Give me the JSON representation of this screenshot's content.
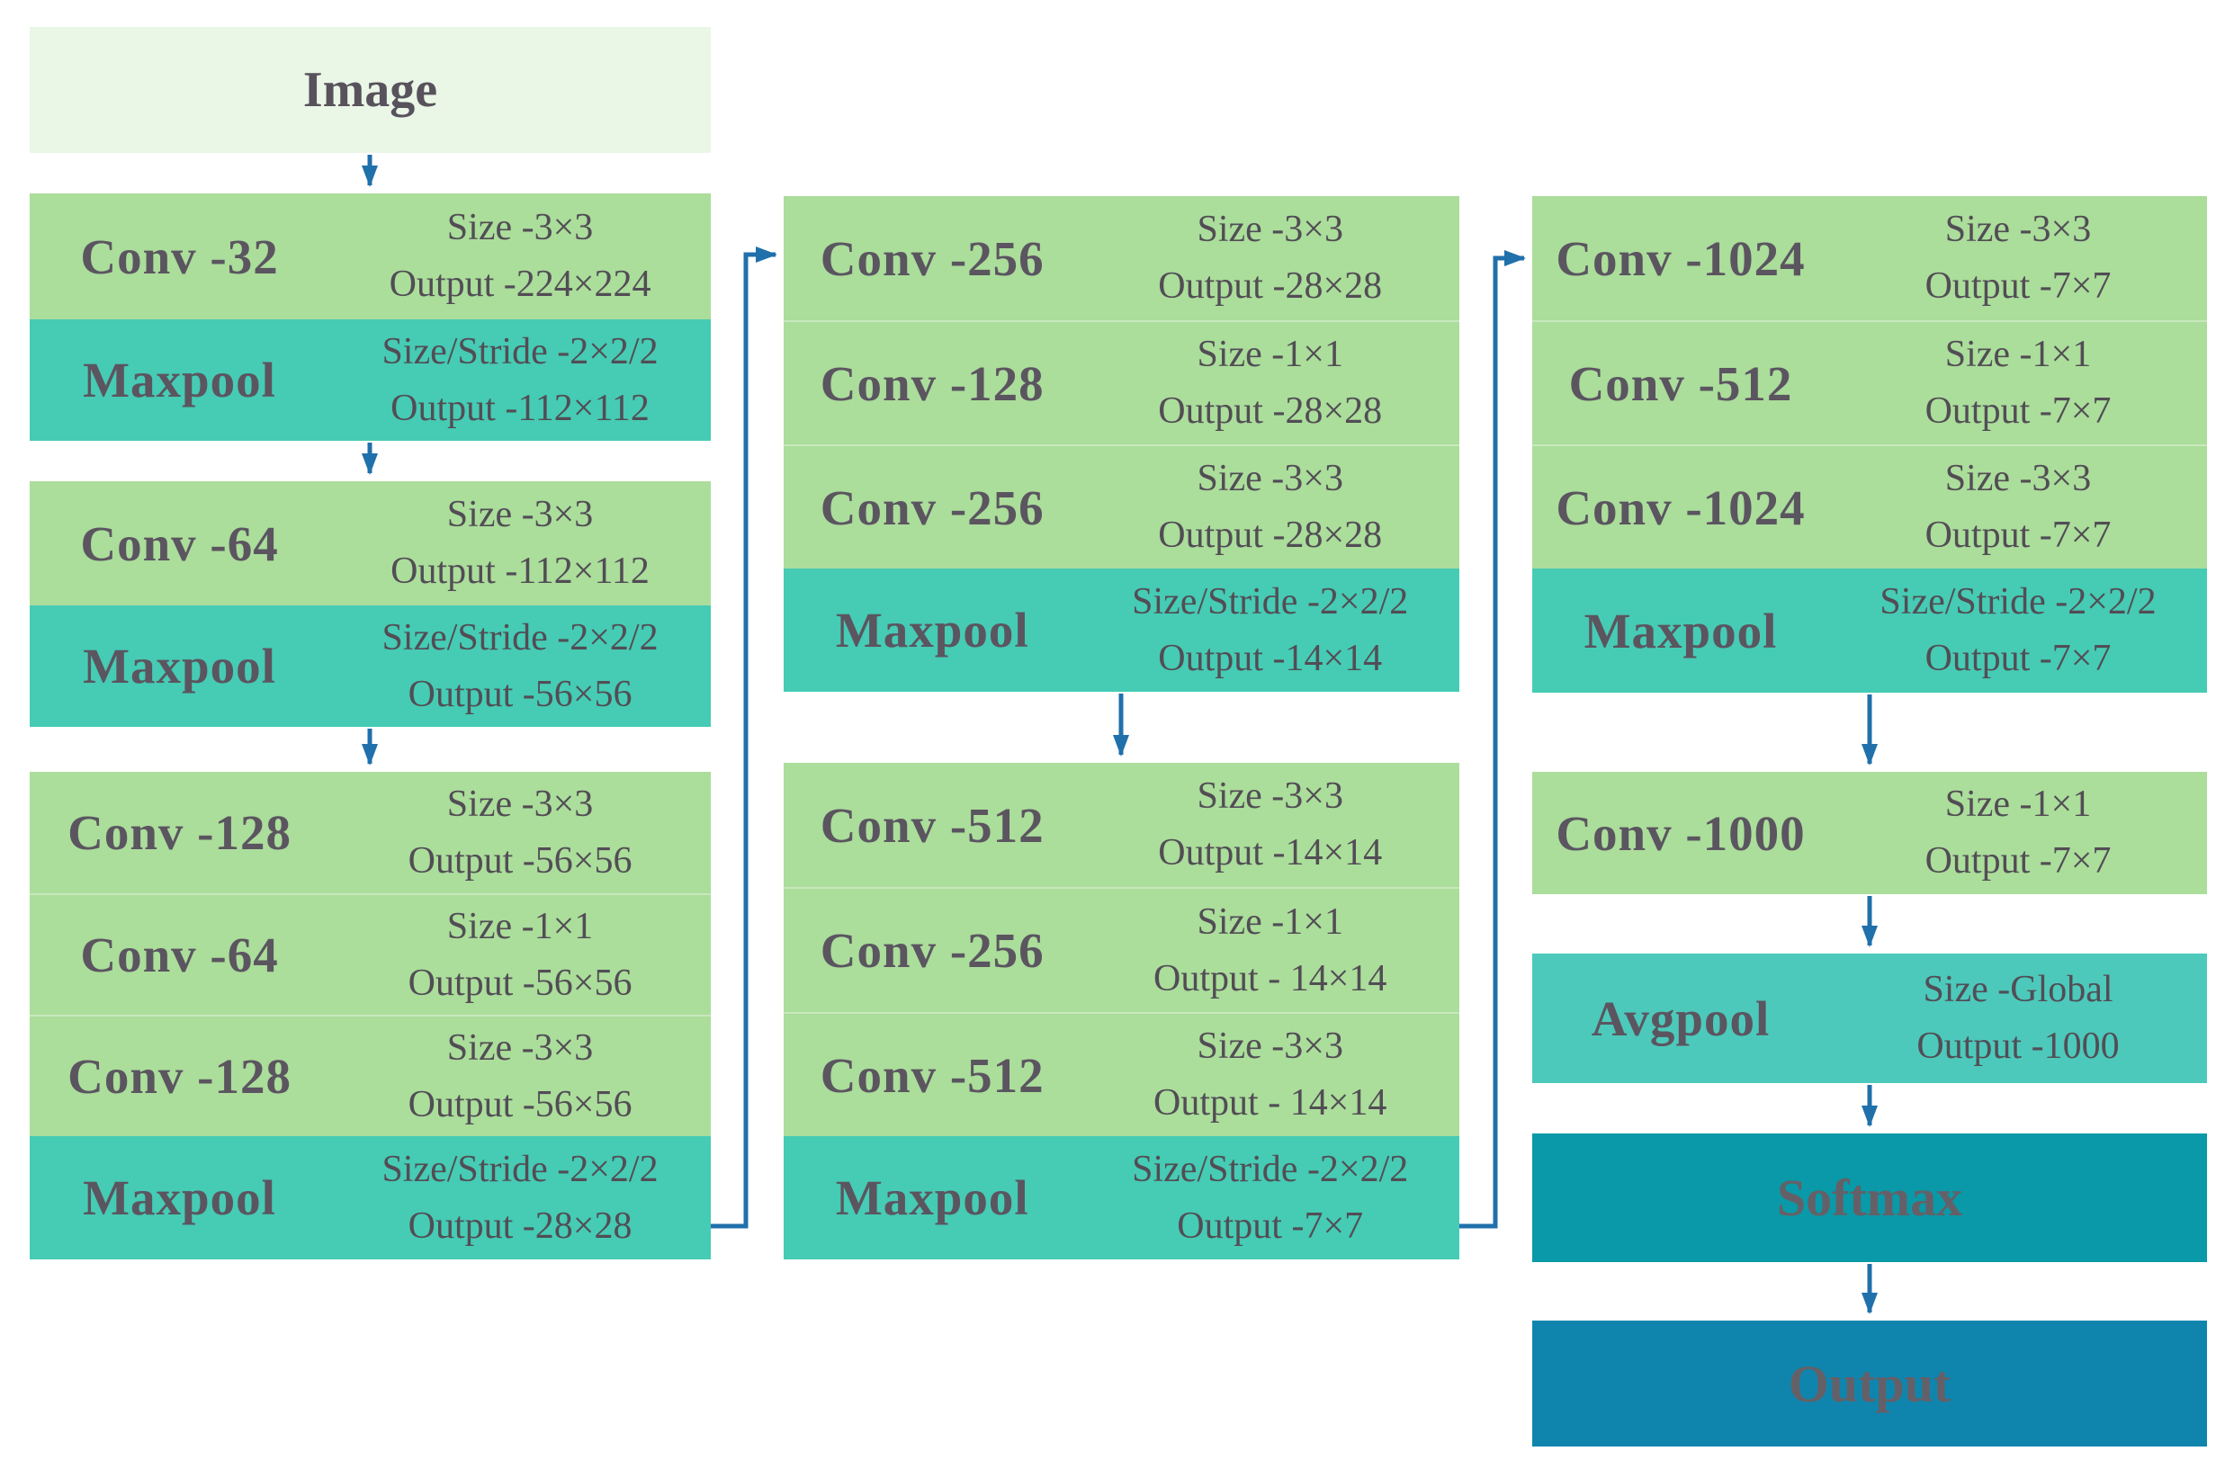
{
  "title": "CNN architecture diagram (Darknet-19 style)",
  "colors": {
    "image_block": "#eaf6e6",
    "conv_block": "#abdd9b",
    "maxpool_block": "#46cbb4",
    "avgpool_block": "#4cc9bb",
    "softmax_block": "#0a99a8",
    "output_block": "#0f85ae",
    "arrow": "#2070ab",
    "label_text": "#5b5560",
    "detail_text": "#524d55"
  },
  "image_block": {
    "label": "Image"
  },
  "col1": {
    "g1": {
      "rows": [
        {
          "type": "conv",
          "label": "Conv -32",
          "line1": "Size -3×3",
          "line2": "Output -224×224"
        },
        {
          "type": "pool",
          "label": "Maxpool",
          "line1": "Size/Stride -2×2/2",
          "line2": "Output -112×112"
        }
      ]
    },
    "g2": {
      "rows": [
        {
          "type": "conv",
          "label": "Conv -64",
          "line1": "Size -3×3",
          "line2": "Output -112×112"
        },
        {
          "type": "pool",
          "label": "Maxpool",
          "line1": "Size/Stride -2×2/2",
          "line2": "Output -56×56"
        }
      ]
    },
    "g3": {
      "rows": [
        {
          "type": "conv",
          "label": "Conv -128",
          "line1": "Size -3×3",
          "line2": "Output -56×56"
        },
        {
          "type": "conv",
          "label": "Conv -64",
          "line1": "Size -1×1",
          "line2": "Output -56×56"
        },
        {
          "type": "conv",
          "label": "Conv -128",
          "line1": "Size -3×3",
          "line2": "Output -56×56"
        },
        {
          "type": "pool",
          "label": "Maxpool",
          "line1": "Size/Stride -2×2/2",
          "line2": "Output -28×28"
        }
      ]
    }
  },
  "col2": {
    "g1": {
      "rows": [
        {
          "type": "conv",
          "label": "Conv -256",
          "line1": "Size -3×3",
          "line2": "Output -28×28"
        },
        {
          "type": "conv",
          "label": "Conv -128",
          "line1": "Size -1×1",
          "line2": "Output -28×28"
        },
        {
          "type": "conv",
          "label": "Conv -256",
          "line1": "Size -3×3",
          "line2": "Output -28×28"
        },
        {
          "type": "pool",
          "label": "Maxpool",
          "line1": "Size/Stride -2×2/2",
          "line2": "Output -14×14"
        }
      ]
    },
    "g2": {
      "rows": [
        {
          "type": "conv",
          "label": "Conv -512",
          "line1": "Size -3×3",
          "line2": "Output -14×14"
        },
        {
          "type": "conv",
          "label": "Conv -256",
          "line1": "Size -1×1",
          "line2": "Output - 14×14"
        },
        {
          "type": "conv",
          "label": "Conv -512",
          "line1": "Size -3×3",
          "line2": "Output - 14×14"
        },
        {
          "type": "pool",
          "label": "Maxpool",
          "line1": "Size/Stride -2×2/2",
          "line2": "Output -7×7"
        }
      ]
    }
  },
  "col3": {
    "g1": {
      "rows": [
        {
          "type": "conv",
          "label": "Conv -1024",
          "line1": "Size -3×3",
          "line2": "Output -7×7"
        },
        {
          "type": "conv",
          "label": "Conv -512",
          "line1": "Size -1×1",
          "line2": "Output -7×7"
        },
        {
          "type": "conv",
          "label": "Conv -1024",
          "line1": "Size -3×3",
          "line2": "Output -7×7"
        },
        {
          "type": "pool",
          "label": "Maxpool",
          "line1": "Size/Stride -2×2/2",
          "line2": "Output -7×7"
        }
      ]
    },
    "conv1000": {
      "label": "Conv -1000",
      "line1": "Size -1×1",
      "line2": "Output -7×7"
    },
    "avgpool": {
      "label": "Avgpool",
      "line1": "Size -Global",
      "line2": "Output -1000"
    },
    "softmax": {
      "label": "Softmax"
    },
    "output": {
      "label": "Output"
    }
  }
}
